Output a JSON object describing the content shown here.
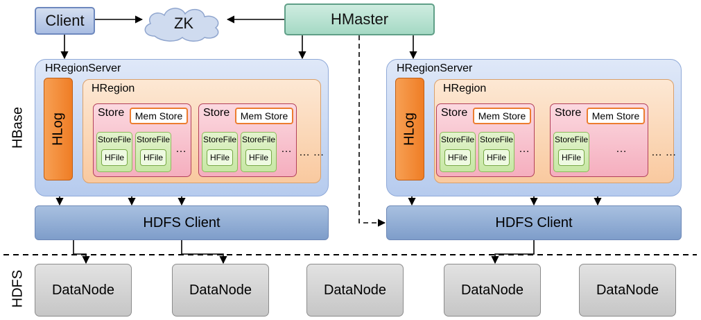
{
  "components": {
    "client": "Client",
    "zk": "ZK",
    "hmaster": "HMaster",
    "hdfs_client": "HDFS Client",
    "datanode": "DataNode"
  },
  "layers": {
    "hbase": "HBase",
    "hdfs": "HDFS"
  },
  "region_servers": [
    {
      "label": "HRegionServer",
      "hlog": "HLog",
      "region": {
        "label": "HRegion",
        "stores": [
          {
            "label": "Store",
            "memstore": "Mem Store",
            "storefiles": [
              {
                "label": "StoreFile",
                "hfile": "HFile"
              },
              {
                "label": "StoreFile",
                "hfile": "HFile"
              }
            ]
          },
          {
            "label": "Store",
            "memstore": "Mem Store",
            "storefiles": [
              {
                "label": "StoreFile",
                "hfile": "HFile"
              },
              {
                "label": "StoreFile",
                "hfile": "HFile"
              }
            ]
          }
        ]
      }
    },
    {
      "label": "HRegionServer",
      "hlog": "HLog",
      "region": {
        "label": "HRegion",
        "stores": [
          {
            "label": "Store",
            "memstore": "Mem Store",
            "storefiles": [
              {
                "label": "StoreFile",
                "hfile": "HFile"
              },
              {
                "label": "StoreFile",
                "hfile": "HFile"
              }
            ]
          },
          {
            "label": "Store",
            "memstore": "Mem Store",
            "storefiles": [
              {
                "label": "StoreFile",
                "hfile": "HFile"
              }
            ]
          }
        ]
      }
    }
  ],
  "ellipsis": {
    "short": "…",
    "long": "… …"
  },
  "datanodes": [
    "DataNode",
    "DataNode",
    "DataNode",
    "DataNode",
    "DataNode"
  ]
}
